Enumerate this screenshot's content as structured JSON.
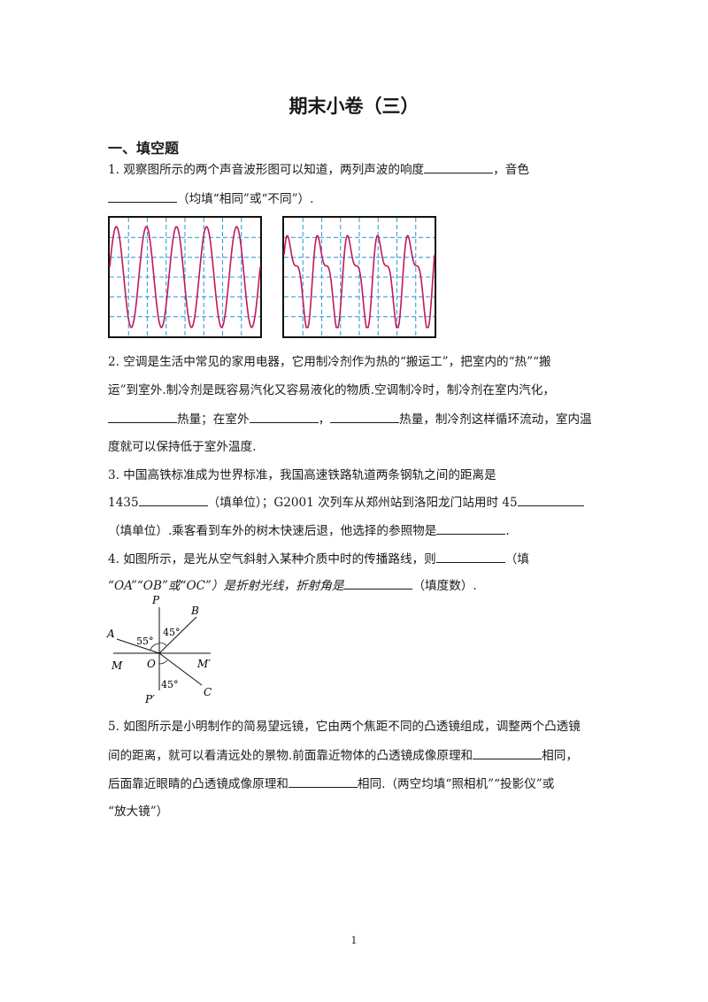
{
  "title": "期末小卷（三）",
  "section": "一、填空题",
  "q1": {
    "line1_a": "1.  观察图所示的两个声音波形图可以知道，两列声波的响度",
    "line1_b": "，音色",
    "line2_b": "（均填“相同”或“不同”）."
  },
  "q2": {
    "line1": "2. 空调是生活中常见的家用电器，它用制冷剂作为热的“搬运工”，把室内的“热”“搬",
    "line2": "运”到室外.制冷剂是既容易汽化又容易液化的物质.空调制冷时，制冷剂在室内汽化，",
    "line3_a": "热量；在室外",
    "line3_b": "，",
    "line3_c": "热量，制冷剂这样循环流动，室内温",
    "line4": "度就可以保持低于室外温度."
  },
  "q3": {
    "line1": "3.  中国高铁标准成为世界标准，我国高速铁路轨道两条钢轨之间的距离是",
    "line2_a": "1435",
    "line2_b": "（填单位）；G2001 次列车从郑州站到洛阳龙门站用时 45",
    "line3_a": "（填单位）.乘客看到车外的树木快速后退，他选择的参照物是",
    "line3_b": "."
  },
  "q4": {
    "line1_a": "4.  如图所示，是光从空气斜射入某种介质中时的传播路线，则",
    "line1_b": "（填",
    "line2_a": "“OA”“OB”或“OC”）是折射光线，折射角是",
    "line2_b": "（填度数）."
  },
  "diagram": {
    "P": "P",
    "B": "B",
    "A": "A",
    "M": "M",
    "O": "O",
    "M2": "M′",
    "P2": "P′",
    "C": "C",
    "angle_top_right": "45°",
    "angle_left": "55°",
    "angle_bottom": "45°"
  },
  "q5": {
    "line1": "5. 如图所示是小明制作的简易望远镜，它由两个焦距不同的凸透镜组成，调整两个凸透镜",
    "line2_a": "间的距离，就可以看清远处的景物.前面靠近物体的凸透镜成像原理和",
    "line2_b": "相同，",
    "line3_a": "后面靠近眼睛的凸透镜成像原理和",
    "line3_b": "相同.（两空均填“照相机”“投影仪”或",
    "line4": "“放大镜”）"
  },
  "page_number": "1",
  "colors": {
    "wave": "#c2185b",
    "grid": "#3aa0d8",
    "frame": "#111111"
  }
}
